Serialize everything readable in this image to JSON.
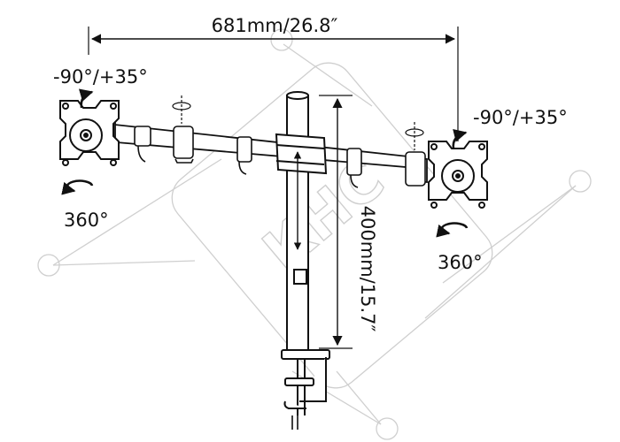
{
  "diagram": {
    "width_label": "681mm/26.8″",
    "height_label": "400mm/15.7″",
    "left_tilt_label": "-90°/+35°",
    "right_tilt_label": "-90°/+35°",
    "left_rotate_label": "360°",
    "right_rotate_label": "360°"
  },
  "watermark": {
    "text": "КНС"
  },
  "colors": {
    "line": "#111111",
    "watermark": "#cfcfcf"
  }
}
